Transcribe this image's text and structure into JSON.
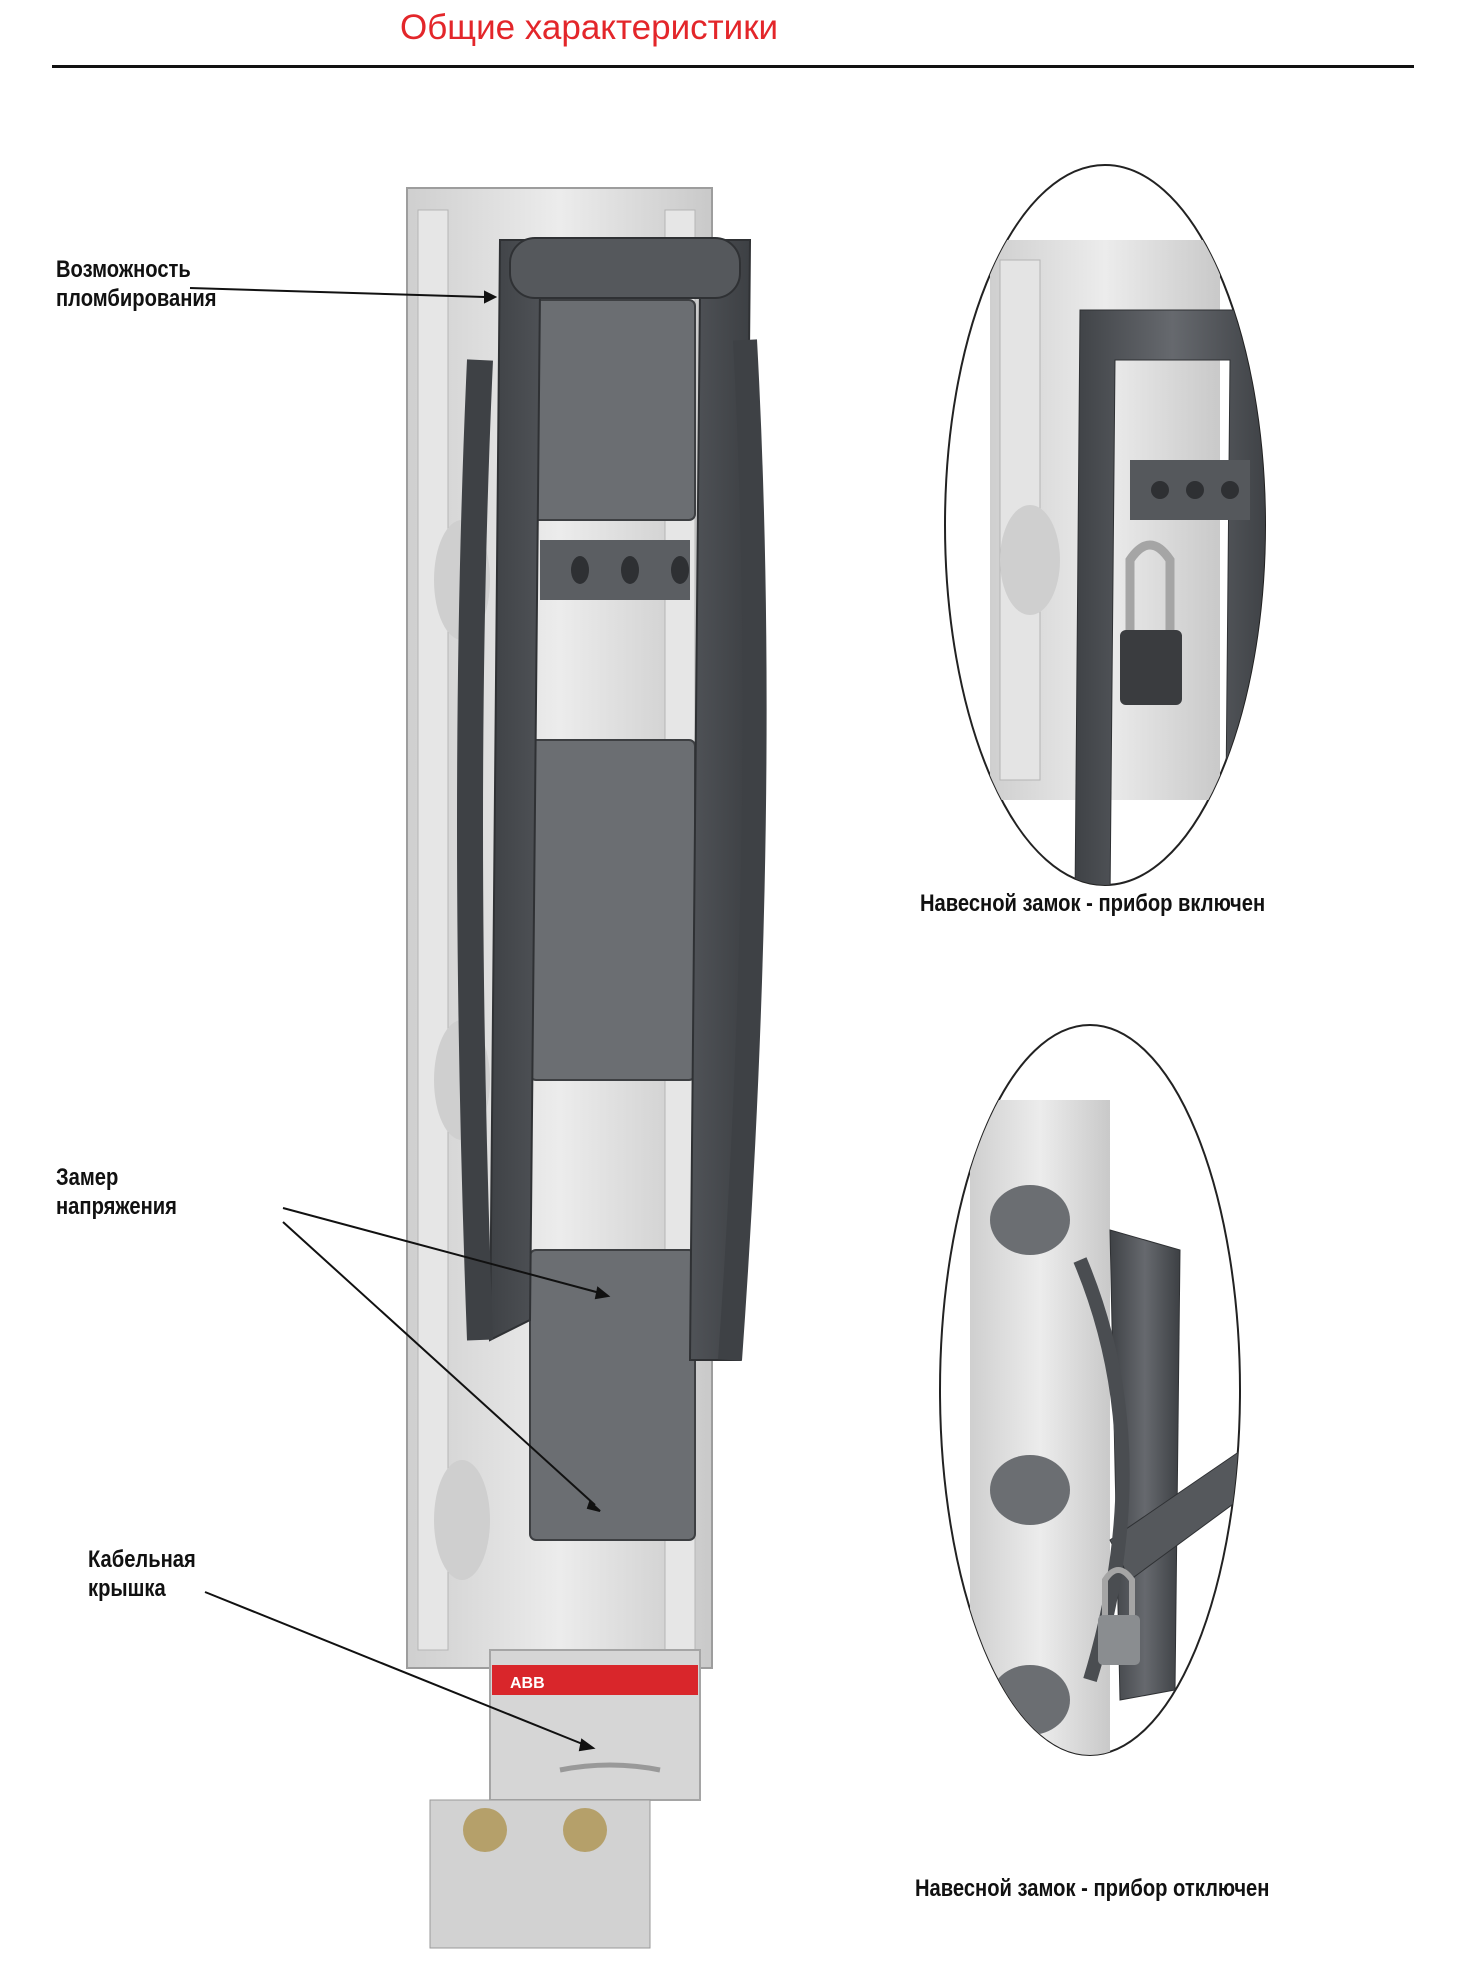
{
  "header": {
    "title": "Общие характеристики"
  },
  "callouts": {
    "sealing": {
      "line1": "Возможность",
      "line2": "пломбирования"
    },
    "voltage": {
      "line1": "Замер",
      "line2": "напряжения"
    },
    "cable_cover": {
      "line1": "Кабельная",
      "line2": "крышка"
    }
  },
  "captions": {
    "lock_on": "Навесной замок - прибор включен",
    "lock_off": "Навесной замок - прибор отключен"
  },
  "device": {
    "brand_label": "ABB",
    "brand_color": "#d9262b",
    "body_color": "#dcdcdc",
    "handle_color": "#5a5d61"
  }
}
